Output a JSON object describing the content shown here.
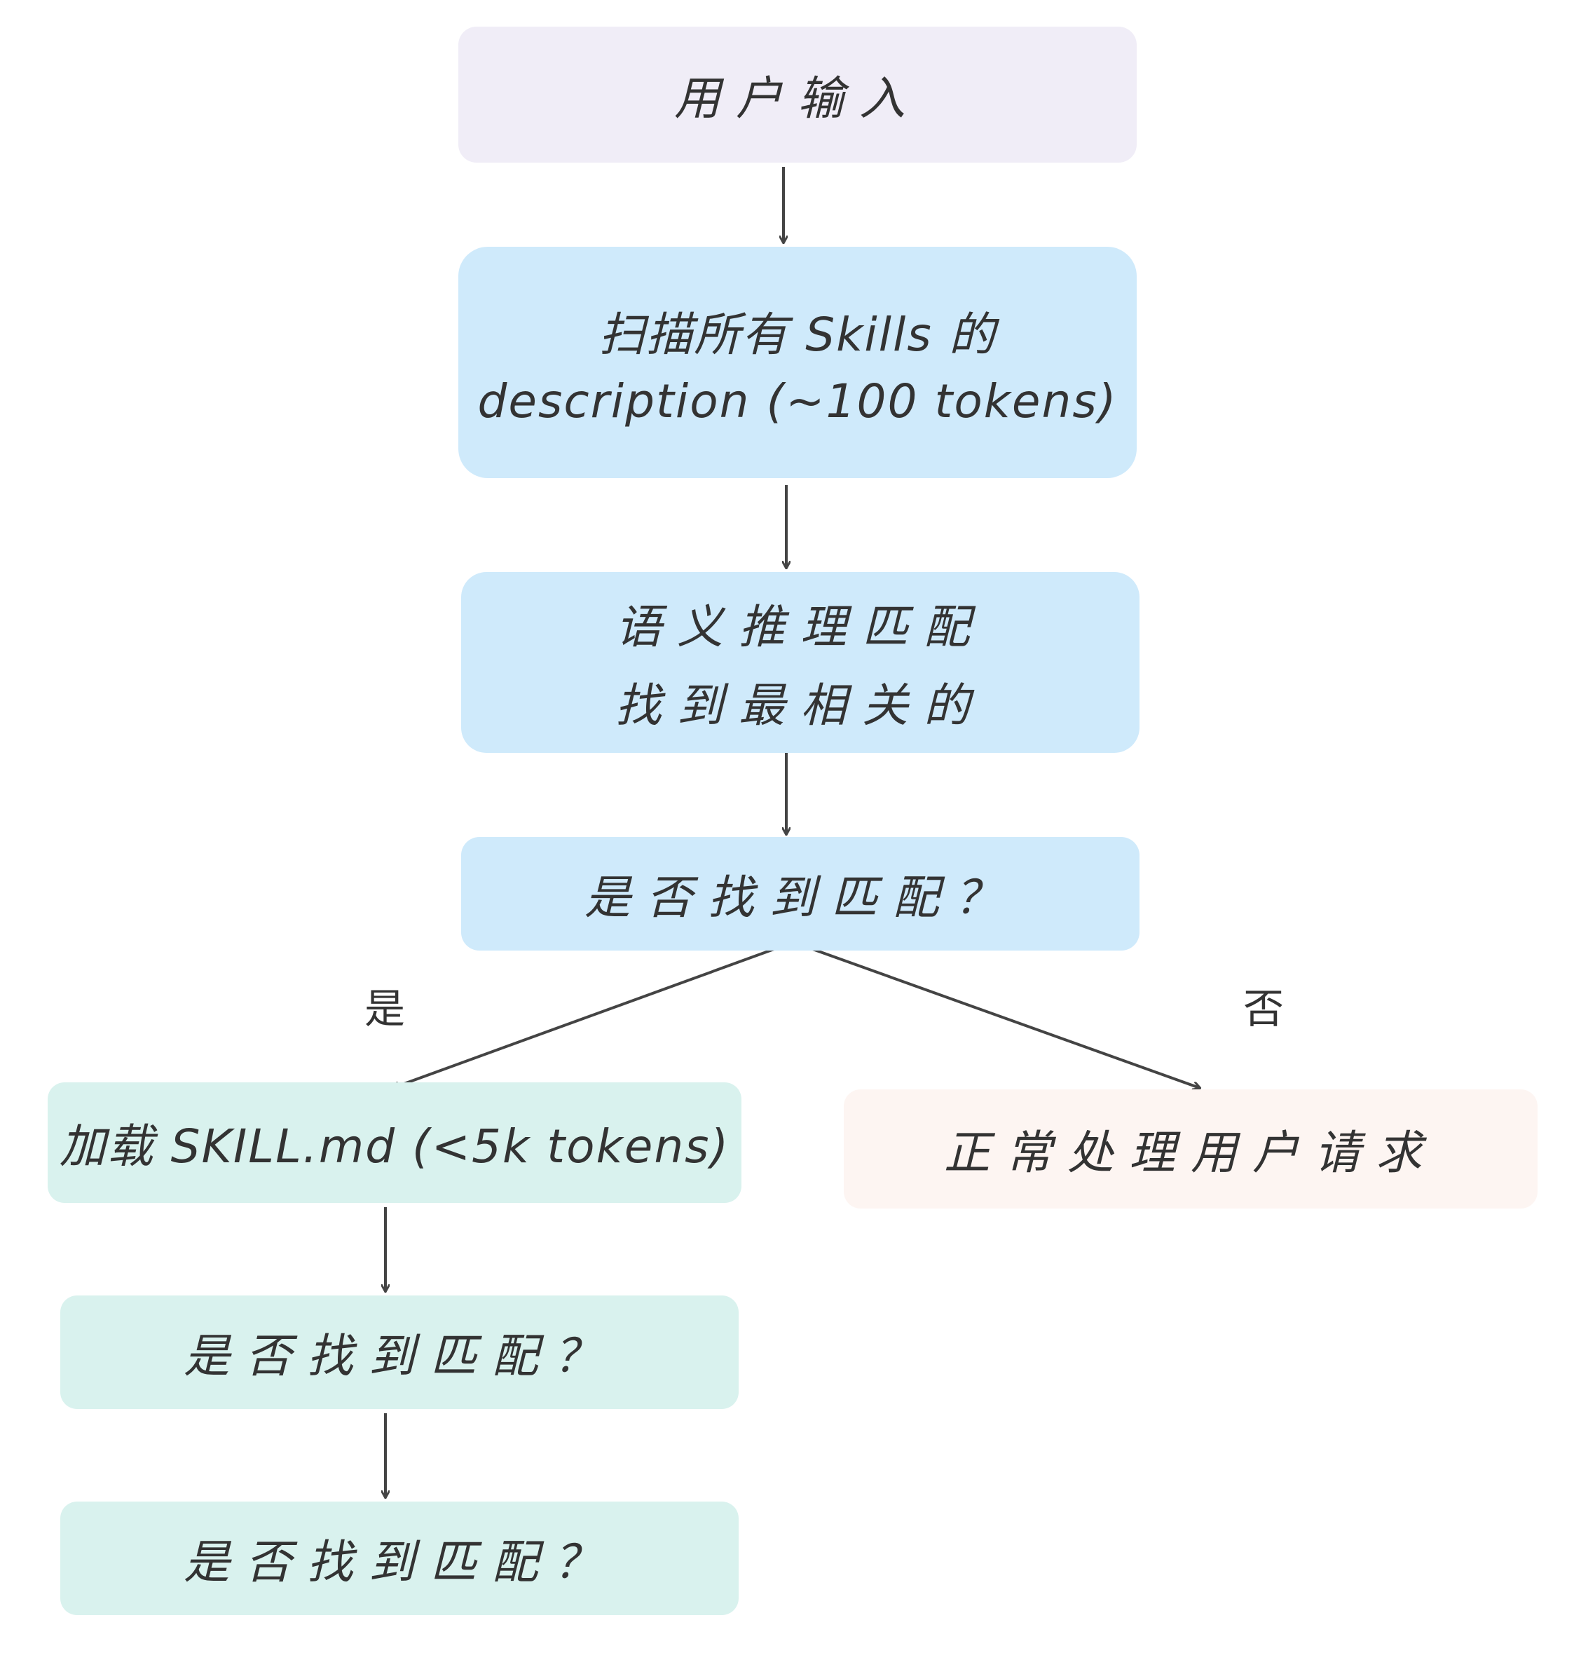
{
  "nodes": {
    "user_input": "用户输入",
    "scan_line1": "扫描所有 Skills 的",
    "scan_line2": "description (~100 tokens)",
    "reason_line1": "语义推理匹配",
    "reason_line2": "找到最相关的",
    "decision": "是否找到匹配？",
    "load_skill": "加载 SKILL.md (<5k tokens)",
    "normal_process": "正常处理用户请求",
    "check_2": "是否找到匹配？",
    "check_3": "是否找到匹配？"
  },
  "edge_labels": {
    "yes": "是",
    "no": "否"
  },
  "colors": {
    "lavender": "#f0edf7",
    "blue": "#cfeafb",
    "mint": "#d9f2ee",
    "peach": "#fdf5f2",
    "line": "#444444"
  }
}
